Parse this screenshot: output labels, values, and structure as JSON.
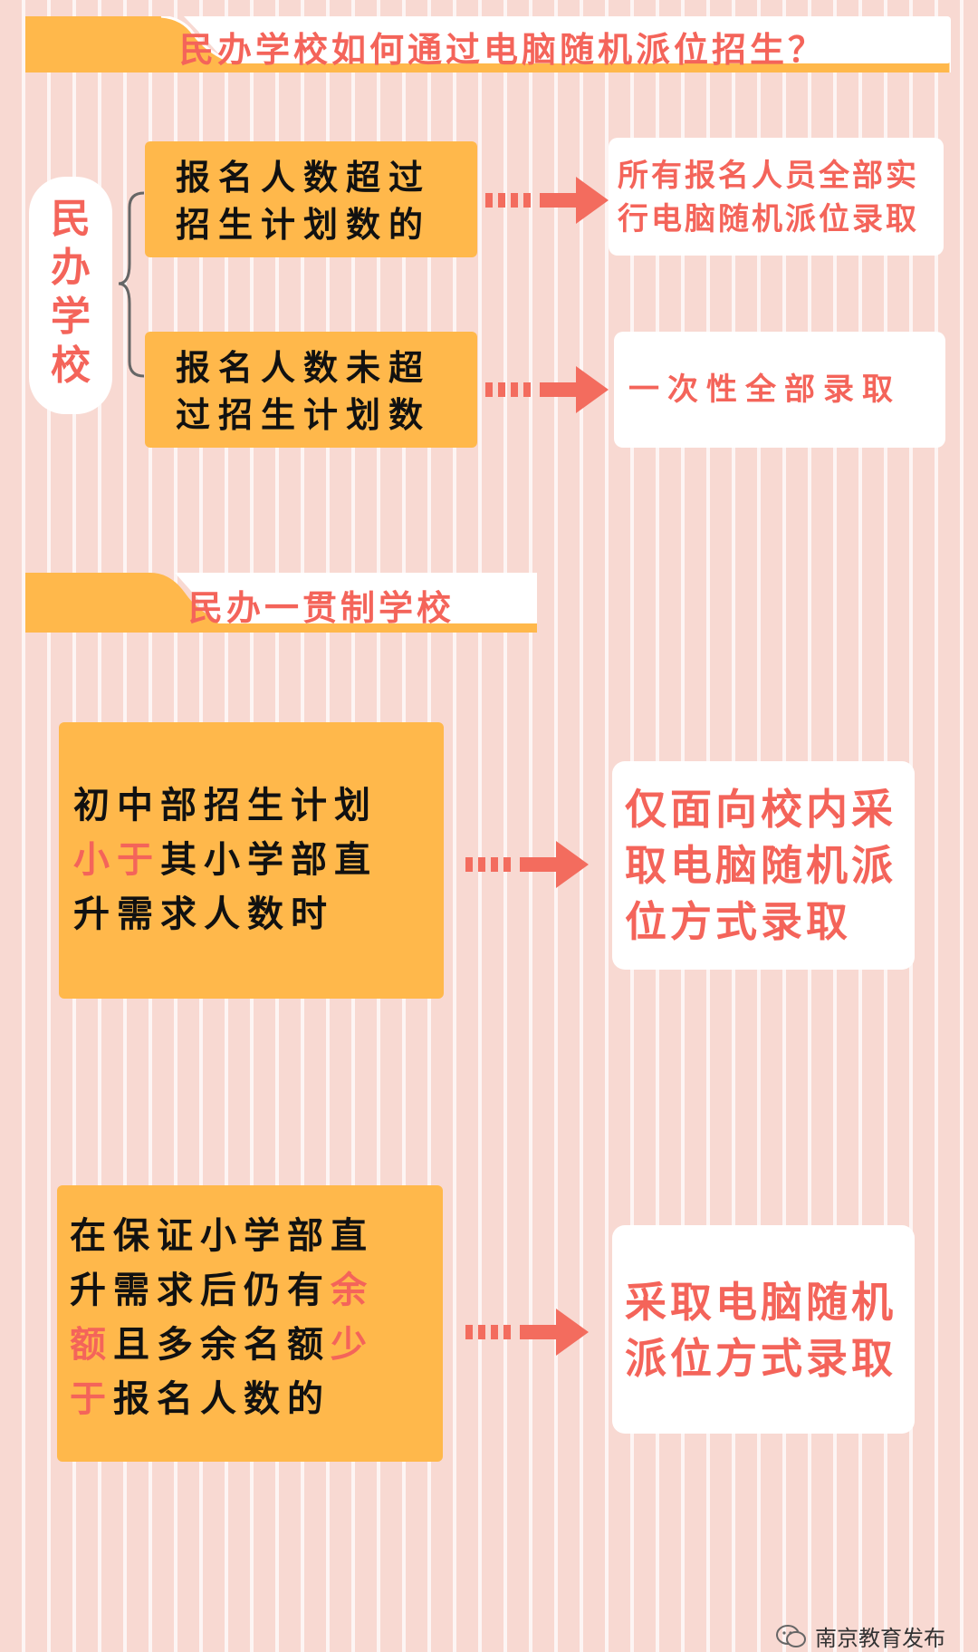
{
  "banner1": {
    "title": "民办学校如何通过电脑随机派位招生？"
  },
  "banner2": {
    "title": "民办一贯制学校"
  },
  "section1": {
    "label": "民办学校",
    "row1": {
      "condition_line1": "报名人数超过",
      "condition_line2": "招生计划数的",
      "result_line1": "所有报名人员全部实",
      "result_line2": "行电脑随机派位录取"
    },
    "row2": {
      "condition_line1": "报名人数未超",
      "condition_line2": "过招生计划数",
      "result": "一次性全部录取"
    }
  },
  "section2": {
    "row1": {
      "line1": "初中部招生计划",
      "line2_highlight": "小于",
      "line2_rest": "其小学部直",
      "line3": "升需求人数时",
      "result_line1": "仅面向校内采",
      "result_line2": "取电脑随机派",
      "result_line3": "位方式录取"
    },
    "row2": {
      "line1": "在保证小学部直",
      "line2_rest": "升需求后仍有",
      "line2_highlight": "余",
      "line3_highlight": "额",
      "line3_rest": "且多余名额",
      "line3_highlight2": "少",
      "line4_highlight": "于",
      "line4_rest": "报名人数的",
      "result_line1": "采取电脑随机",
      "result_line2": "派位方式录取"
    }
  },
  "footer": {
    "account": "南京教育发布"
  },
  "colors": {
    "orange": "#ffb84b",
    "red_text": "#f4645a",
    "arrow": "#f36c5e",
    "background": "#f8d9d2"
  }
}
